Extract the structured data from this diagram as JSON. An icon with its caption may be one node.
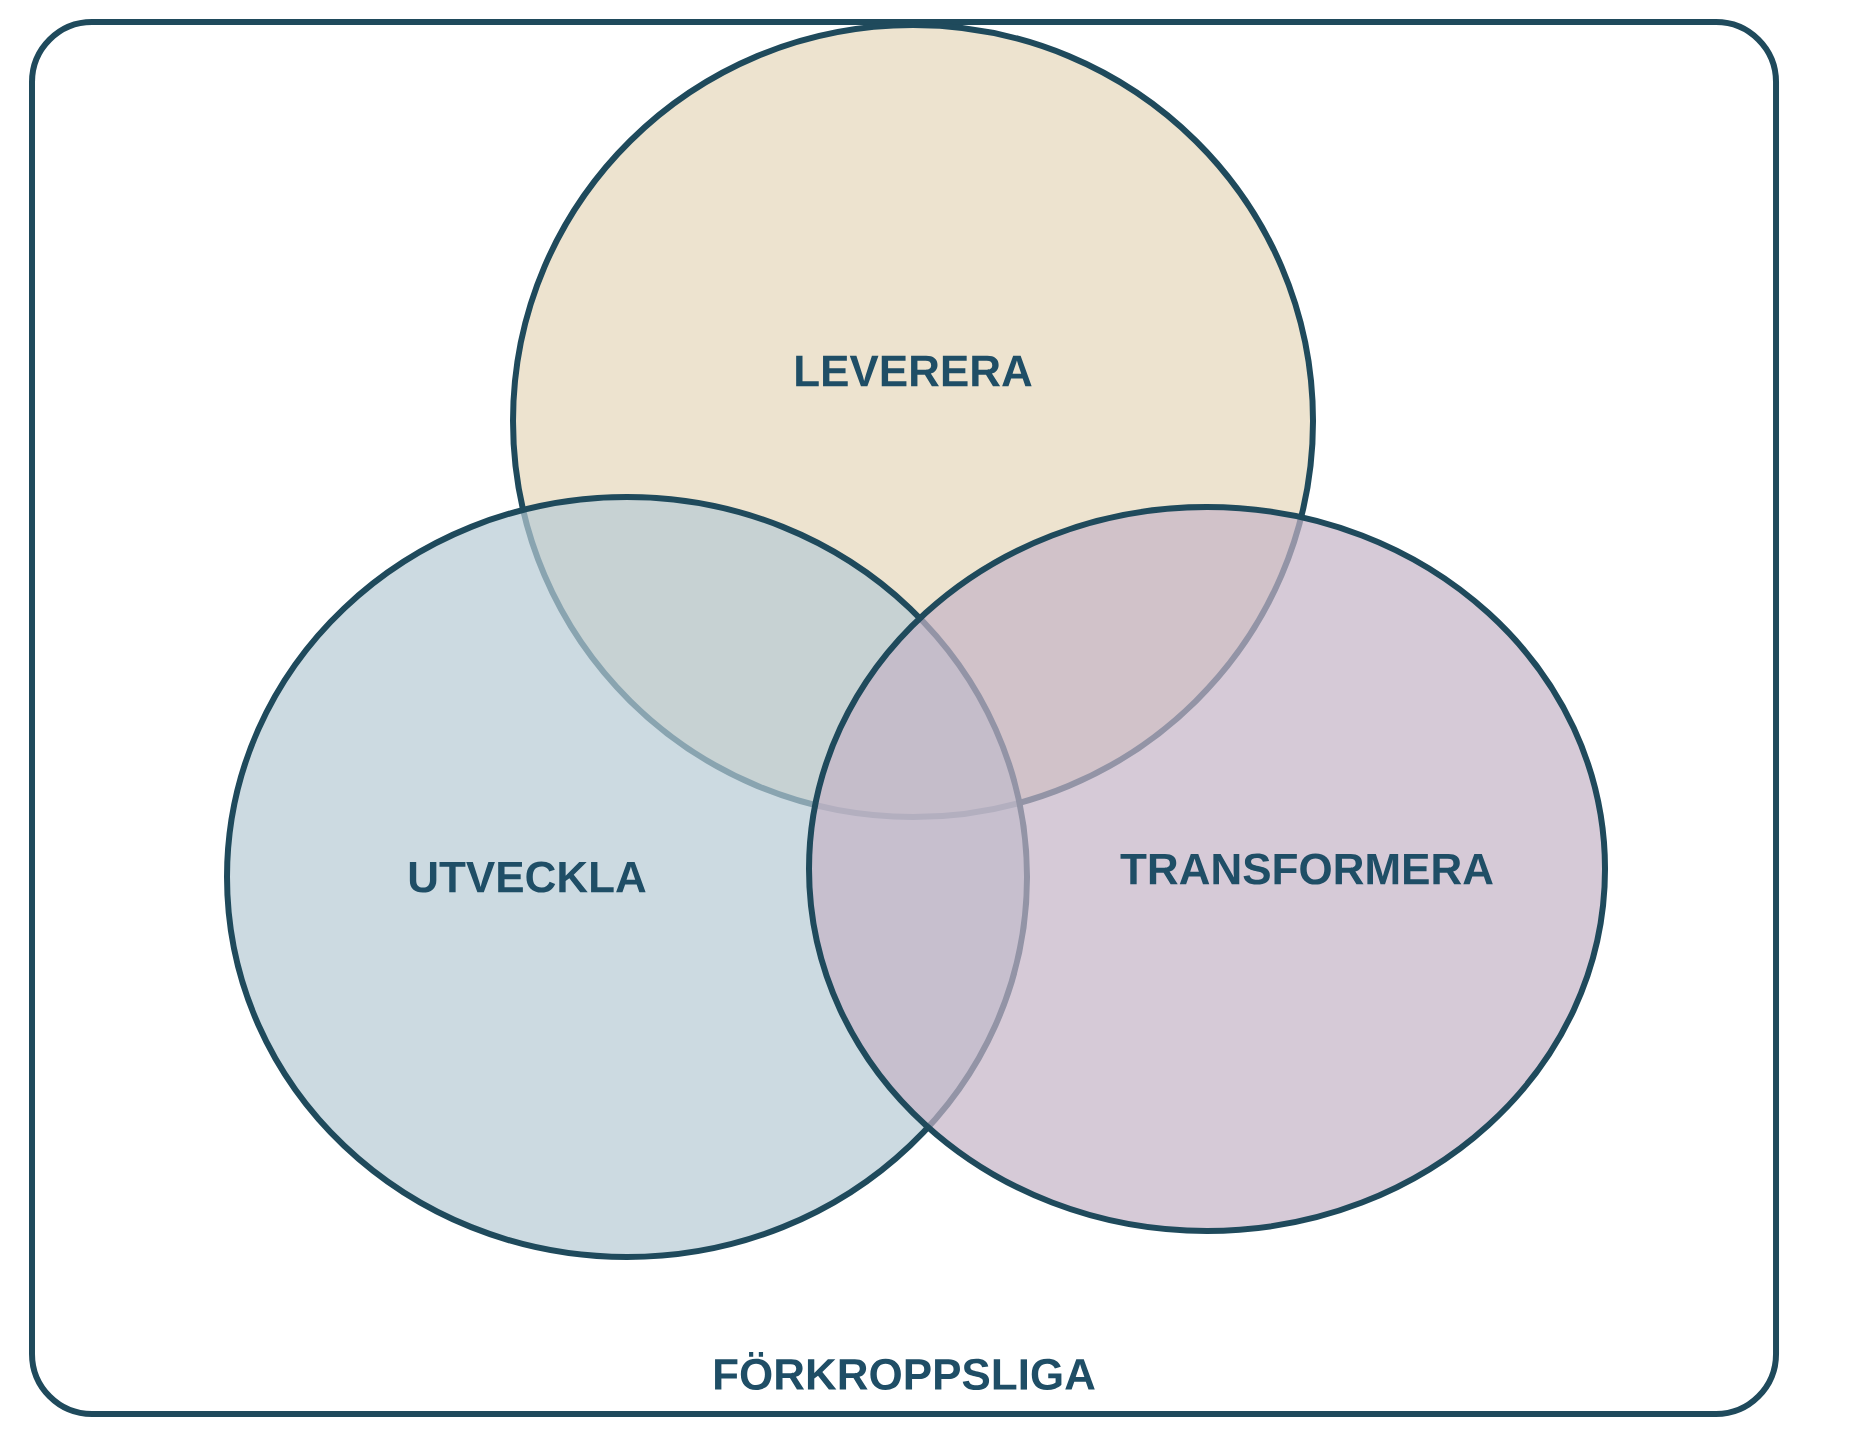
{
  "diagram": {
    "nodes": [
      {
        "text": [
          "FÖRKROPPSLIGA"
        ]
      },
      {
        "text": [
          "LEVERERA"
        ],
        "in": 0
      },
      {
        "text": [
          "UTVECKLA"
        ],
        "in": 0
      },
      {
        "text": [
          "TRANSFORMERA"
        ],
        "in": 0
      }
    ]
  }
}
